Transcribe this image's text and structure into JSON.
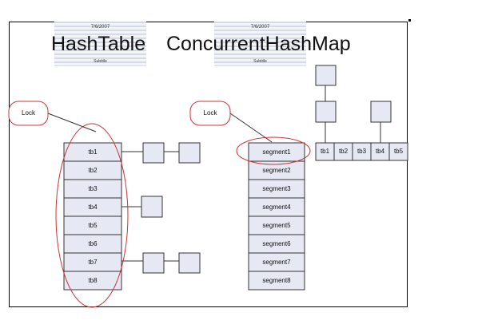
{
  "left": {
    "title": "HashTable",
    "banner": {
      "date": "7/6/2007",
      "subtitle": "Subtitle"
    },
    "lock_label": "Lock",
    "buckets": [
      "tb1",
      "tb2",
      "tb3",
      "tb4",
      "tb5",
      "tb6",
      "tb7",
      "tb8"
    ]
  },
  "right": {
    "title": "ConcurrentHashMap",
    "banner": {
      "date": "7/6/2007",
      "subtitle": "Subtitle"
    },
    "lock_label": "Lock",
    "segments": [
      "segment1",
      "segment2",
      "segment3",
      "segment4",
      "segment5",
      "segment6",
      "segment7",
      "segment8"
    ],
    "segment_buckets": [
      "tb1",
      "tb2",
      "tb3",
      "tb4",
      "tb5"
    ]
  },
  "colors": {
    "box_fill": "#e6e8f3",
    "box_stroke": "#333333",
    "lock_stroke": "#cc3333",
    "ellipse_stroke": "#cc3333"
  }
}
